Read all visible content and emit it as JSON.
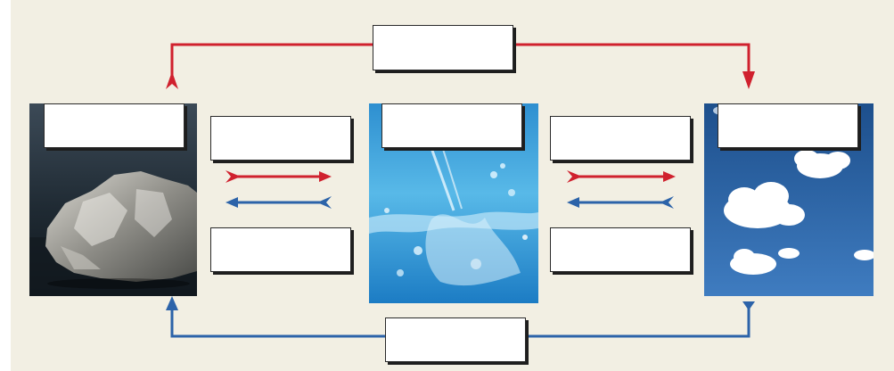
{
  "diagram": {
    "states": [
      {
        "id": "solid",
        "image": "ice-photo",
        "label": ""
      },
      {
        "id": "liquid",
        "image": "water-splash-photo",
        "label": ""
      },
      {
        "id": "gas",
        "image": "clouds-photo",
        "label": ""
      }
    ],
    "transitions": {
      "top": "",
      "bottom": "",
      "solid_to_liquid": "",
      "liquid_to_solid": "",
      "liquid_to_gas": "",
      "gas_to_liquid": ""
    },
    "colors": {
      "heating_arrow": "#d0212e",
      "cooling_arrow": "#2c63a9",
      "background": "#f2efe3"
    },
    "icons": [
      "arrow-right-red-icon",
      "arrow-left-blue-icon"
    ]
  }
}
